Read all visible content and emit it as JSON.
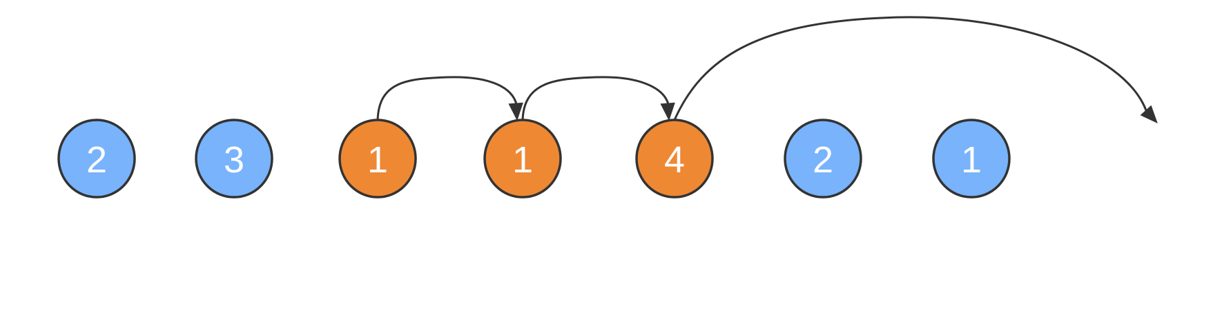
{
  "colors": {
    "highlighted": "#EF8833",
    "default": "#78B3FB",
    "stroke": "#333333"
  },
  "nodes": [
    {
      "value": "2",
      "highlighted": false
    },
    {
      "value": "3",
      "highlighted": false
    },
    {
      "value": "1",
      "highlighted": true
    },
    {
      "value": "1",
      "highlighted": true
    },
    {
      "value": "4",
      "highlighted": true
    },
    {
      "value": "2",
      "highlighted": false
    },
    {
      "value": "1",
      "highlighted": false
    }
  ],
  "jumps": [
    {
      "from": 2,
      "to": 3
    },
    {
      "from": 3,
      "to": 4
    },
    {
      "from": 4,
      "to": "beyond"
    }
  ]
}
